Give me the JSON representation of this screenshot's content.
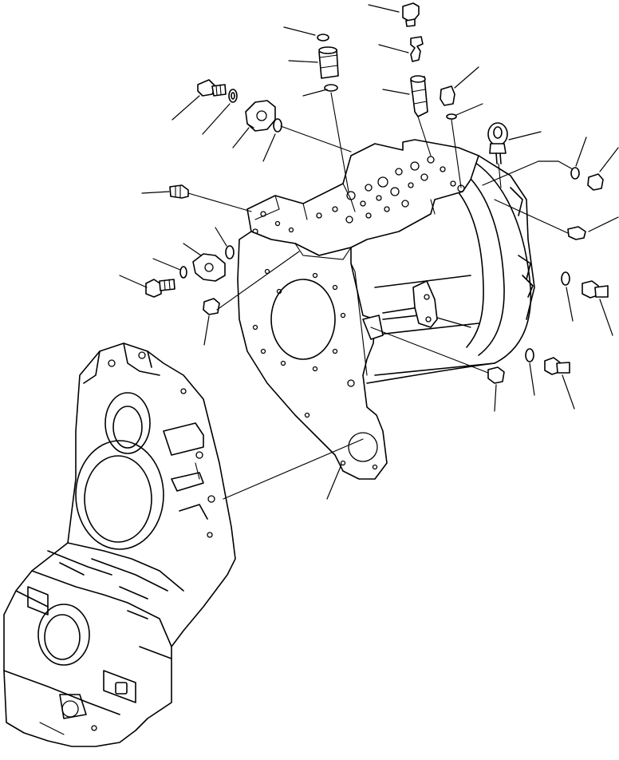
{
  "diagram": {
    "type": "exploded-parts-view",
    "callout_labels_shown": false,
    "colors": {
      "line": "#000000",
      "background": "#ffffff"
    },
    "parts": [
      {
        "name": "breather-fitting"
      },
      {
        "name": "o-ring"
      },
      {
        "name": "sleeve"
      },
      {
        "name": "valve-spool"
      },
      {
        "name": "plug"
      },
      {
        "name": "eye-bolt"
      },
      {
        "name": "bolt"
      },
      {
        "name": "washer"
      },
      {
        "name": "flange-cover"
      },
      {
        "name": "transmission-case"
      },
      {
        "name": "torque-converter-housing"
      }
    ]
  }
}
